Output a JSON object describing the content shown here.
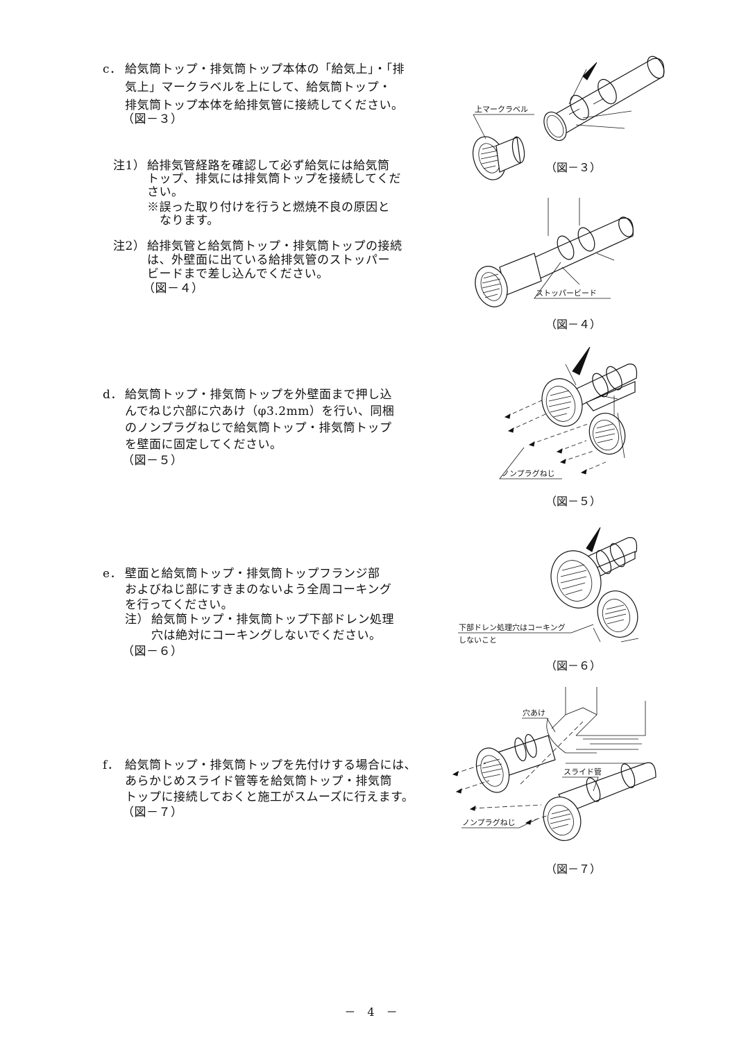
{
  "sections": {
    "c": {
      "marker": "c．",
      "lines": [
        "給気筒トップ・排気筒トップ本体の「給気上」・「排",
        "気上」マークラベルを上にして、給気筒トップ・",
        "排気筒トップ本体を給排気管に接続してください。"
      ],
      "figref": "（図－３）"
    },
    "note1": {
      "marker": "注1）",
      "lines": [
        "給排気管経路を確認して必ず給気には給気筒",
        "トップ、排気には排気筒トップを接続してくだ",
        "さい。"
      ],
      "sub_lines": [
        "※誤った取り付けを行うと燃焼不良の原因と",
        "なります。"
      ]
    },
    "note2": {
      "marker": "注2）",
      "lines": [
        "給排気管と給気筒トップ・排気筒トップの接続",
        "は、外壁面に出ている給排気管のストッパー",
        "ビードまで差し込んでください。"
      ],
      "figref": "（図－４）"
    },
    "d": {
      "marker": "d．",
      "lines": [
        "給気筒トップ・排気筒トップを外壁面まで押し込",
        "んでねじ穴部に穴あけ（φ3.2mm）を行い、同梱",
        "のノンプラグねじで給気筒トップ・排気筒トップ",
        "を壁面に固定してください。"
      ],
      "figref": "（図－５）"
    },
    "e": {
      "marker": "e．",
      "lines": [
        "壁面と給気筒トップ・排気筒トップフランジ部",
        "およびねじ部にすきまのないよう全周コーキング",
        "を行ってください。"
      ],
      "note_marker": "注）",
      "note_lines": [
        "給気筒トップ・排気筒トップ下部ドレン処理",
        "穴は絶対にコーキングしないでください。"
      ],
      "figref": "（図－６）"
    },
    "f": {
      "marker": "f．",
      "lines": [
        "給気筒トップ・排気筒トップを先付けする場合には、",
        "あらかじめスライド管等を給気筒トップ・排気筒",
        "トップに接続しておくと施工がスムーズに行えます。"
      ],
      "figref": "（図－７）"
    }
  },
  "figures": {
    "fig3": {
      "label": "上マークラベル",
      "caption": "（図－３）"
    },
    "fig4": {
      "label": "ストッパービード",
      "caption": "（図－４）"
    },
    "fig5": {
      "label": "ノンプラグねじ",
      "caption": "（図－５）"
    },
    "fig6": {
      "label_line1": "下部ドレン処理穴はコーキング",
      "label_line2": "しないこと",
      "caption": "（図－６）"
    },
    "fig7": {
      "label_hole": "穴あけ",
      "label_slide": "スライド管",
      "label_screw": "ノンプラグねじ",
      "caption": "（図－７）"
    }
  },
  "page_number": "－ 4 －"
}
